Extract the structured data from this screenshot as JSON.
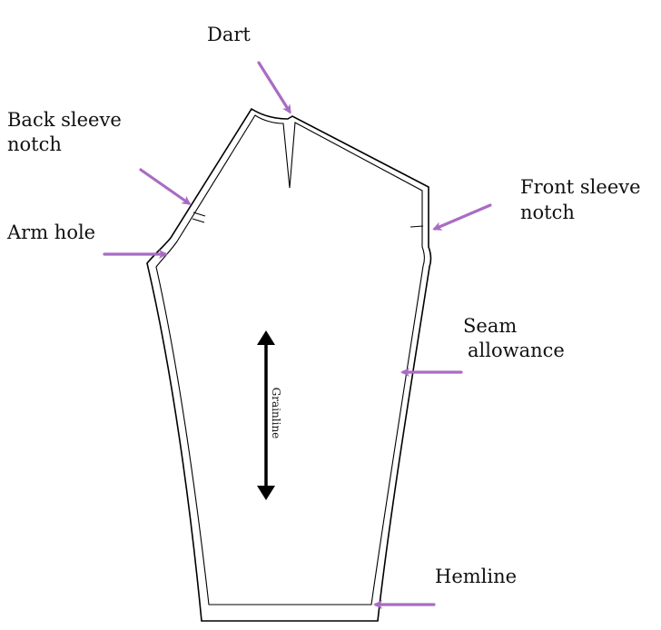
{
  "labels": {
    "dart": "Dart",
    "back_sleeve_notch_line1": "Back sleeve",
    "back_sleeve_notch_line2": "notch",
    "front_sleeve_notch_line1": "Front sleeve",
    "front_sleeve_notch_line2": "notch",
    "arm_hole": "Arm hole",
    "seam_allowance_line1": "Seam",
    "seam_allowance_line2": "allowance",
    "hemline": "Hemline",
    "grainline": "Grainline"
  },
  "colors": {
    "pointer_arrow": "#a96cc3",
    "outline": "#000000",
    "grainline_arrow": "#000000",
    "background": "#ffffff"
  }
}
